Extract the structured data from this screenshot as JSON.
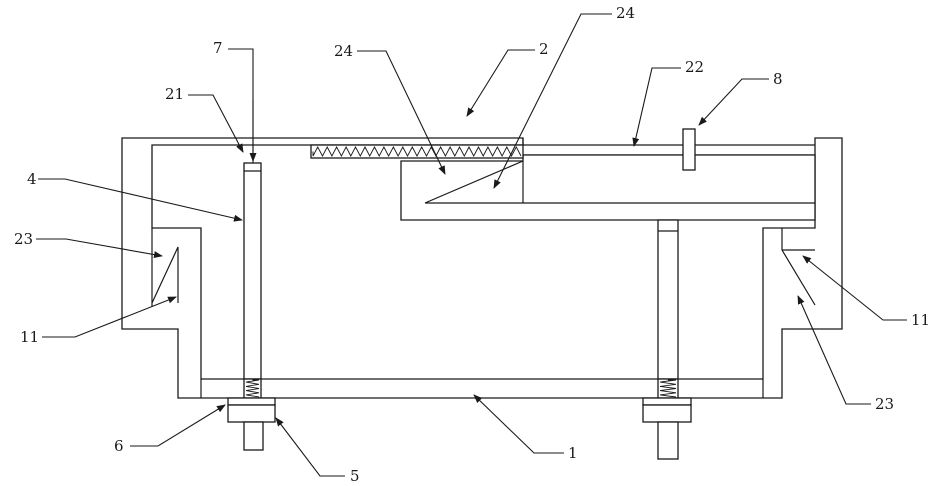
{
  "labels": {
    "l1": "1",
    "l2": "2",
    "l4": "4",
    "l5": "5",
    "l6": "6",
    "l7": "7",
    "l8": "8",
    "l11_left": "11",
    "l11_right": "11",
    "l21": "21",
    "l22": "22",
    "l23_left": "23",
    "l23_right": "23",
    "l24_top": "24",
    "l24_mid": "24"
  },
  "colors": {
    "line": "#1a1a1a",
    "background": "#ffffff"
  }
}
